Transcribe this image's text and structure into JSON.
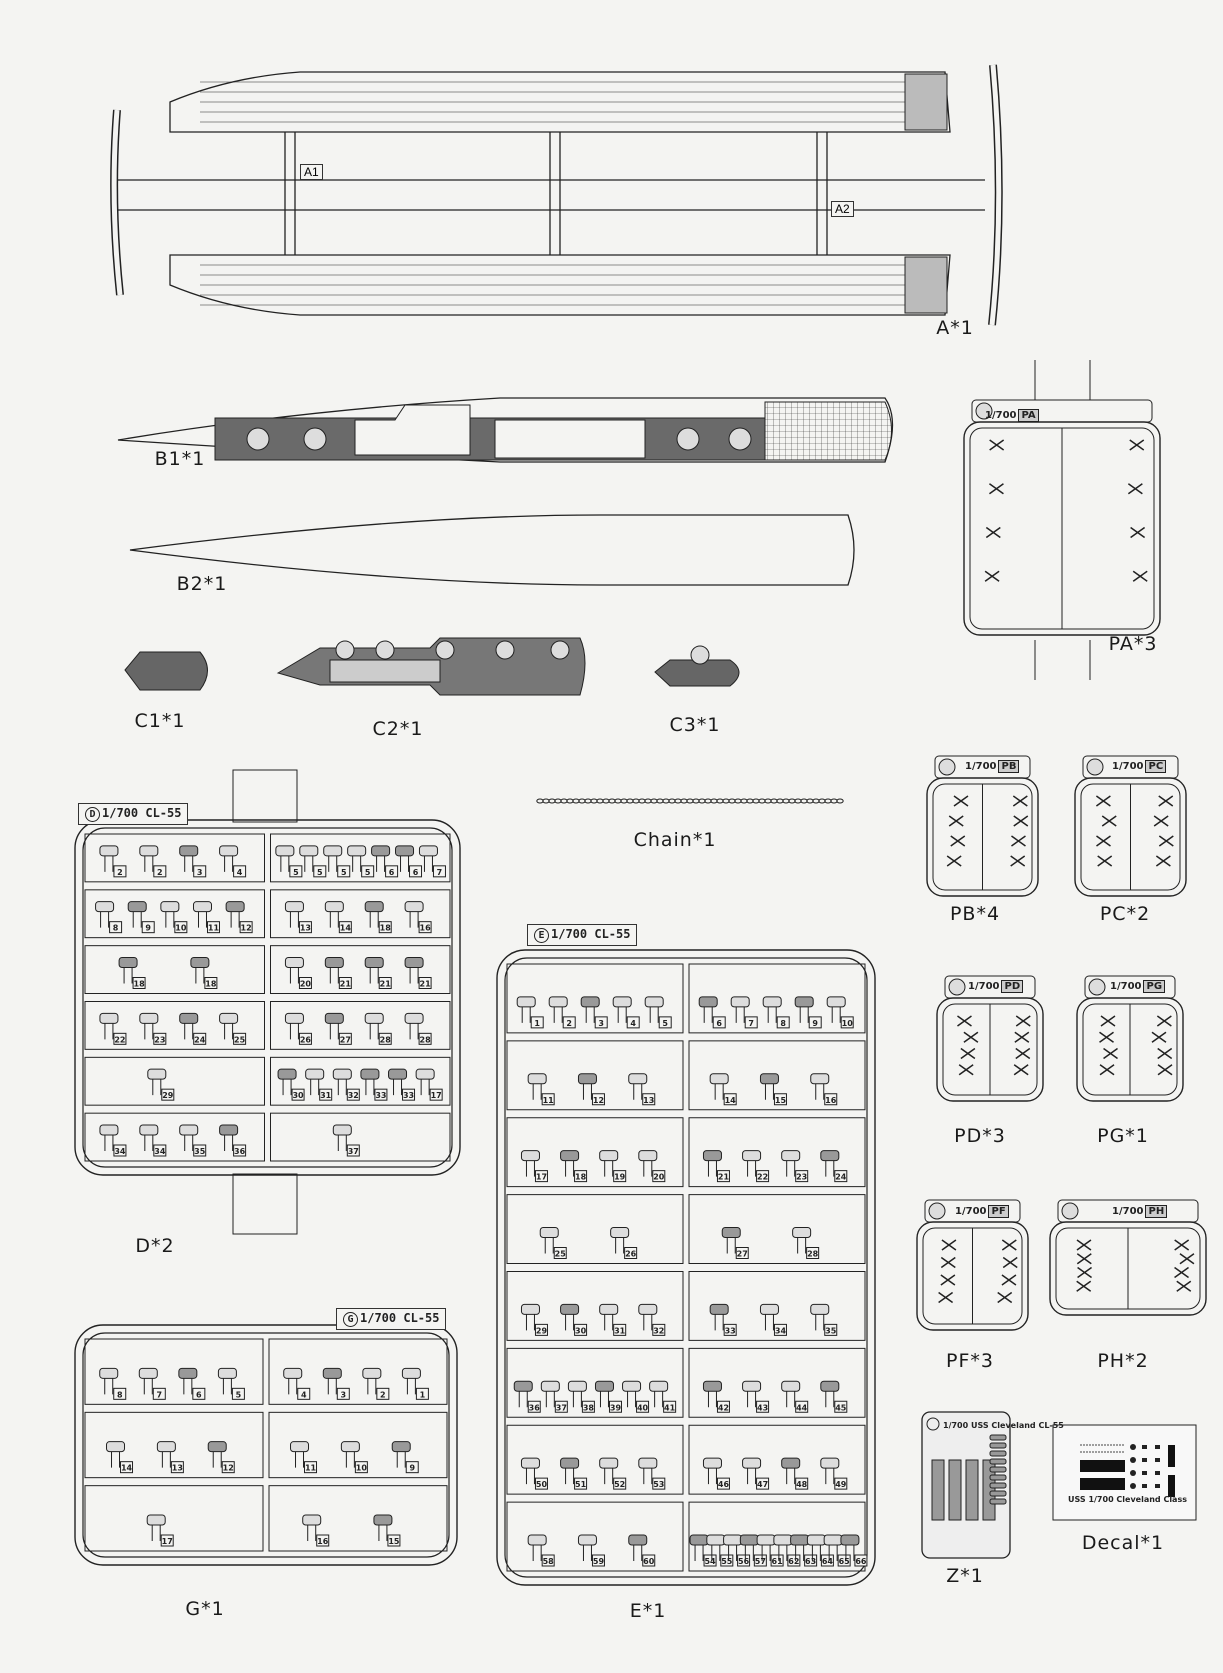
{
  "labels": {
    "A": "A*1",
    "B1": "B1*1",
    "B2": "B2*1",
    "C1": "C1*1",
    "C2": "C2*1",
    "C3": "C3*1",
    "chain": "Chain*1",
    "PA": "PA*3",
    "PB": "PB*4",
    "PC": "PC*2",
    "PD": "PD*3",
    "PG": "PG*1",
    "PF": "PF*3",
    "PH": "PH*2",
    "D": "D*2",
    "E": "E*1",
    "G": "G*1",
    "Z": "Z*1",
    "decal": "Decal*1"
  },
  "hull_tags": {
    "a1": "A1",
    "a2": "A2"
  },
  "sprue_headers": {
    "D": {
      "letter": "D",
      "text": "1/700 CL-55"
    },
    "E": {
      "letter": "E",
      "text": "1/700 CL-55"
    },
    "G": {
      "letter": "G",
      "text": "1/700 CL-55"
    }
  },
  "pe_headers": {
    "PA": {
      "scale": "1/700",
      "code": "PA"
    },
    "PB": {
      "scale": "1/700",
      "code": "PB"
    },
    "PC": {
      "scale": "1/700",
      "code": "PC"
    },
    "PD": {
      "scale": "1/700",
      "code": "PD"
    },
    "PG": {
      "scale": "1/700",
      "code": "PG"
    },
    "PF": {
      "scale": "1/700",
      "code": "PF"
    },
    "PH": {
      "scale": "1/700",
      "code": "PH"
    }
  },
  "zsheet_header": "1/700 USS Cleveland CL-55",
  "decal_caption": "USS 1/700 Cleveland Class",
  "part_numbers": {
    "D": [
      [
        [
          2,
          2,
          3,
          4
        ],
        [
          5,
          5,
          5,
          5,
          6,
          6,
          7
        ]
      ],
      [
        [
          8,
          9,
          10,
          11,
          12
        ],
        [
          13,
          14,
          18,
          16
        ]
      ],
      [
        [
          18,
          18
        ],
        [
          20,
          21,
          21,
          21
        ]
      ],
      [
        [
          22,
          23,
          24,
          25
        ],
        [
          26,
          27,
          28,
          28
        ]
      ],
      [
        [
          29
        ],
        [
          30,
          31,
          32,
          33,
          33,
          17
        ]
      ],
      [
        [
          34,
          34,
          35,
          36
        ],
        [
          37
        ]
      ]
    ],
    "E": [
      [
        [
          1,
          2,
          3,
          4,
          5
        ],
        [
          6,
          7,
          8,
          9,
          10
        ]
      ],
      [
        [
          11,
          12,
          13
        ],
        [
          14,
          15,
          16
        ]
      ],
      [
        [
          17,
          18,
          19,
          20
        ],
        [
          21,
          22,
          23,
          24
        ]
      ],
      [
        [
          25,
          26
        ],
        [
          27,
          28
        ]
      ],
      [
        [
          29,
          30,
          31,
          32
        ],
        [
          33,
          34,
          35
        ]
      ],
      [
        [
          36,
          37,
          38,
          39,
          40,
          41
        ],
        [
          42,
          43,
          44,
          45
        ]
      ],
      [
        [
          50,
          51,
          52,
          53
        ],
        [
          46,
          47,
          48,
          49
        ]
      ],
      [
        [
          58,
          59,
          60
        ],
        [
          54,
          55,
          56,
          57,
          61,
          62,
          63,
          64,
          65,
          66
        ]
      ]
    ],
    "G": [
      [
        [
          8,
          7,
          6,
          5
        ],
        [
          4,
          3,
          2,
          1
        ]
      ],
      [
        [
          14,
          13,
          12
        ],
        [
          11,
          10,
          9
        ]
      ],
      [
        [
          17
        ],
        [
          16,
          15
        ]
      ]
    ]
  }
}
